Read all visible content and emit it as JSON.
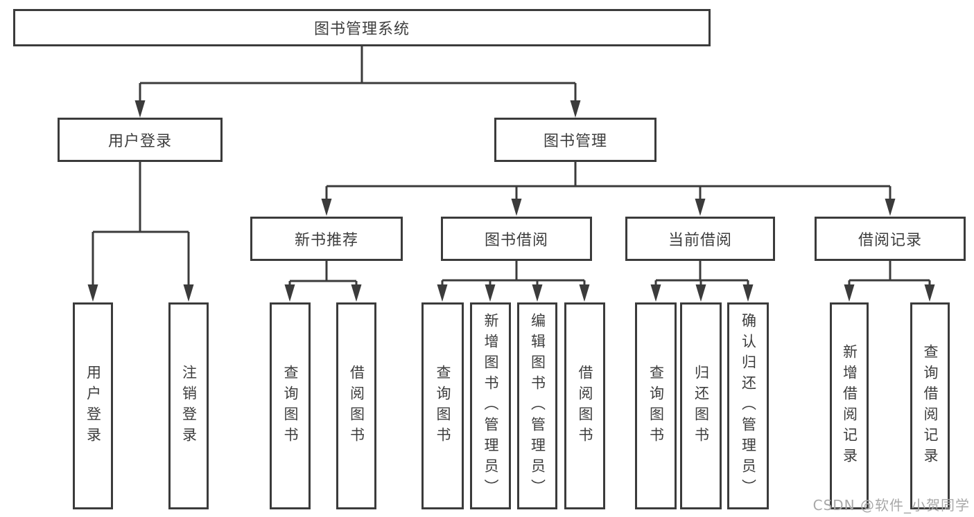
{
  "diagram": {
    "title": "图书管理系统",
    "tree": {
      "label": "图书管理系统",
      "children": [
        {
          "label": "用户登录",
          "children": [
            {
              "label": "用户登录"
            },
            {
              "label": "注销登录"
            }
          ]
        },
        {
          "label": "图书管理",
          "children": [
            {
              "label": "新书推荐",
              "children": [
                {
                  "label": "查询图书"
                },
                {
                  "label": "借阅图书"
                }
              ]
            },
            {
              "label": "图书借阅",
              "children": [
                {
                  "label": "查询图书"
                },
                {
                  "label": "新增图书（管理员）"
                },
                {
                  "label": "编辑图书（管理员）"
                },
                {
                  "label": "借阅图书"
                }
              ]
            },
            {
              "label": "当前借阅",
              "children": [
                {
                  "label": "查询图书"
                },
                {
                  "label": "归还图书"
                },
                {
                  "label": "确认归还（管理员）"
                }
              ]
            },
            {
              "label": "借阅记录",
              "children": [
                {
                  "label": "新增借阅记录"
                },
                {
                  "label": "查询借阅记录"
                }
              ]
            }
          ]
        }
      ]
    }
  },
  "watermark": {
    "text": "CSDN @软件_小贺同学"
  },
  "colors": {
    "line": "#3b3b3b",
    "text": "#3d3d3d",
    "box_background": "#ffffff",
    "watermark": "#a8a8a8",
    "page_background": "#ffffff"
  }
}
